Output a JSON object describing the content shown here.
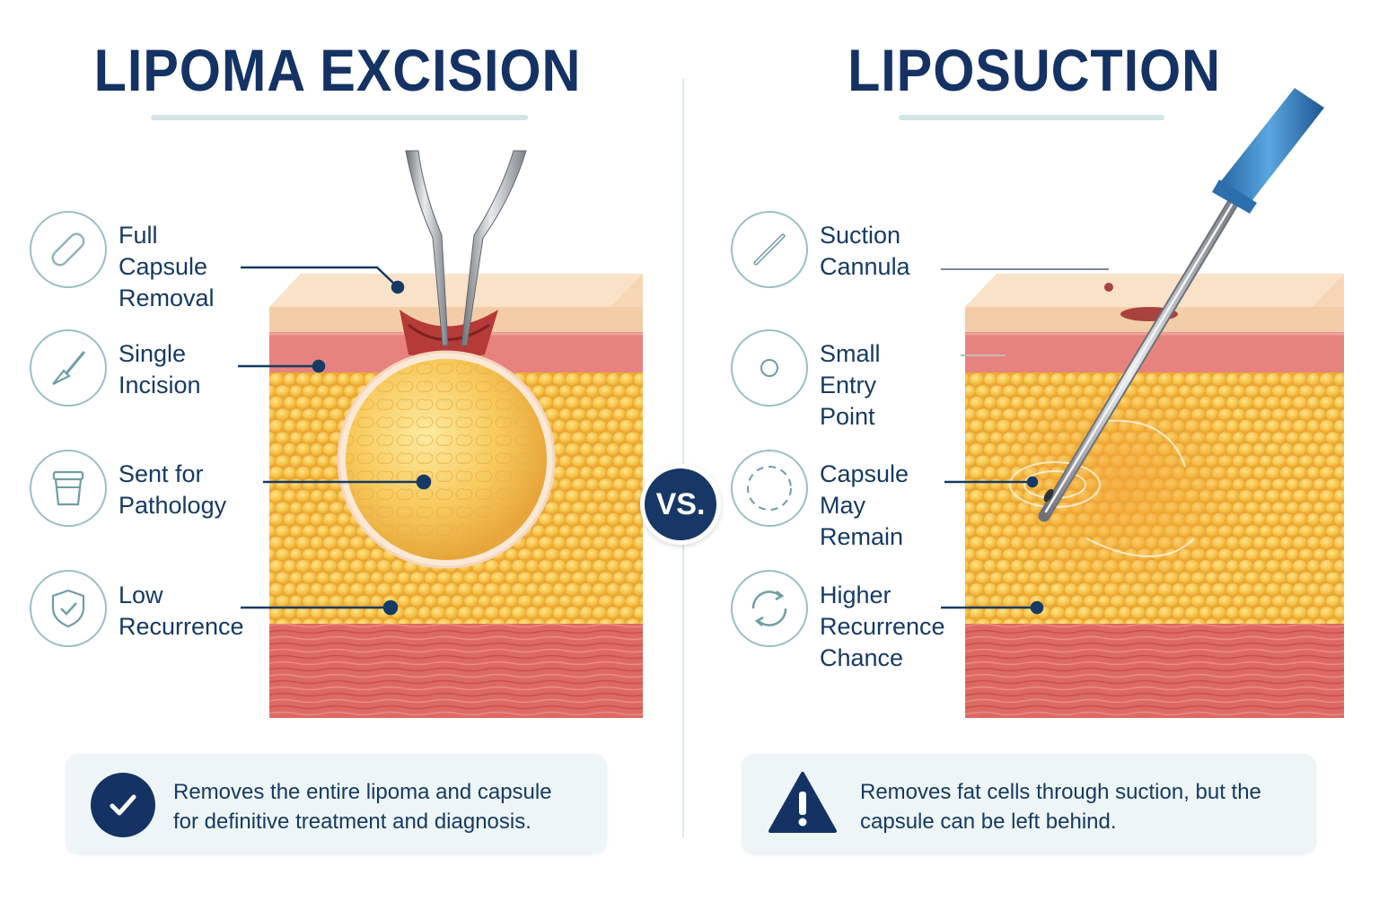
{
  "left_panel": {
    "title": "LIPOMA EXCISION",
    "features": [
      {
        "label": "Full Capsule\nRemoval",
        "icon": "capsule-icon"
      },
      {
        "label": "Single\nIncision",
        "icon": "scalpel-icon"
      },
      {
        "label": "Sent for\nPathology",
        "icon": "specimen-cup-icon"
      },
      {
        "label": "Low\nRecurrence",
        "icon": "shield-check-icon"
      }
    ],
    "summary": "Removes the entire lipoma and capsule\nfor definitive treatment and diagnosis.",
    "summary_icon": "check-circle-icon"
  },
  "right_panel": {
    "title": "LIPOSUCTION",
    "features": [
      {
        "label": "Suction\nCannula",
        "icon": "cannula-icon"
      },
      {
        "label": "Small Entry\nPoint",
        "icon": "small-circle-icon"
      },
      {
        "label": "Capsule\nMay Remain",
        "icon": "dashed-circle-icon"
      },
      {
        "label": "Higher\nRecurrence\nChance",
        "icon": "cycle-arrows-icon"
      }
    ],
    "summary": "Removes fat cells through suction, but the\ncapsule can be left behind.",
    "summary_icon": "warning-icon"
  },
  "vs_label": "VS.",
  "colors": {
    "navy": "#143264",
    "teal_outline": "#9bbfc4",
    "skin": "#f5d3b0",
    "dermis": "#e37b78",
    "fat": "#f7c24a",
    "muscle": "#d9625d",
    "cannula_handle": "#3b86c9"
  }
}
